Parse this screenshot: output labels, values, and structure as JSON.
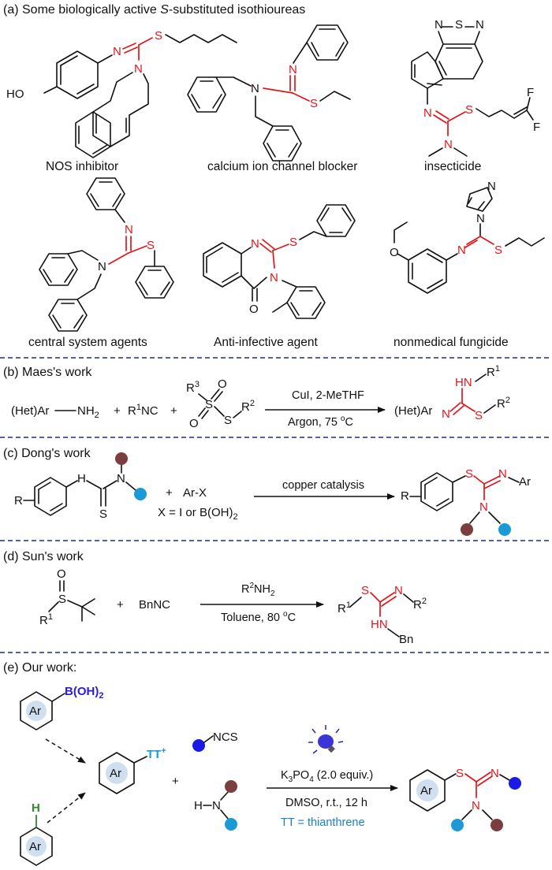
{
  "colors": {
    "text": "#111111",
    "highlight": "#e0161b",
    "boron": "#2b1cd6",
    "separator": "#1f2c86",
    "dot_brown": "#7b3d3d",
    "dot_cyan": "#1b9ad6",
    "dot_blue": "#1a1ae6",
    "hydrogen": "#2e8b2e",
    "tt_note": "#1b7fc4",
    "aryl_fill": "#cfdff0"
  },
  "section_a": {
    "title_pre": "(a) Some biologically active ",
    "title_s": "S",
    "title_post": "-substituted isothioureas",
    "captions": [
      "NOS inhibitor",
      "calcium ion channel blocker",
      "insecticide",
      "central system agents",
      "Anti-infective agent",
      "nonmedical fungicide"
    ],
    "atom_labels": {
      "HO": "HO",
      "N": "N",
      "S": "S",
      "F": "F",
      "O": "O"
    }
  },
  "section_b": {
    "title": "(b) Maes's  work",
    "reagent1": "(Het)Ar",
    "reagent1_nh": "NH",
    "sub2": "2",
    "plus": "+",
    "isonitrile_r": "R",
    "sup1": "1",
    "isonitrile_nc": "NC",
    "r3": "R",
    "sup3": "3",
    "r2": "R",
    "sup2": "2",
    "cond_top": "CuI, 2-MeTHF",
    "cond_bottom_pre": "Argon, 75 ",
    "cond_bottom_o": "o",
    "cond_bottom_post": "C",
    "product_ar": "(Het)Ar",
    "product_hn": "HN"
  },
  "section_c": {
    "title": "(c) Dong's work",
    "r": "R",
    "nh": "H",
    "arx": "Ar-X",
    "x_cond": "X = I or B(OH)",
    "x_sub": "2",
    "arrow_label": "copper catalysis",
    "product_ar": "Ar"
  },
  "section_d": {
    "title": "(d) Sun's work",
    "r1": "R",
    "sup1": "1",
    "reagent2": "BnNC",
    "cond_top_r": "R",
    "cond_top_sup": "2",
    "cond_top_nh": "NH",
    "cond_top_sub": "2",
    "cond_bottom_pre": "Toluene, 80 ",
    "cond_bottom_o": "o",
    "cond_bottom_post": "C",
    "product_hn": "HN",
    "product_bn": "Bn"
  },
  "section_e": {
    "title": "(e) Our  work:",
    "ar": "Ar",
    "boronic": "B(OH)",
    "boronic_sub": "2",
    "h": "H",
    "tt": "TT",
    "tt_sup": "+",
    "ncs": "NCS",
    "hn": "H",
    "base_k": "K",
    "base_sub": "3",
    "base_rest": "PO",
    "base_sub2": "4",
    "base_equiv": " (2.0 equiv.)",
    "cond_bottom": "DMSO, r.t., 12 h",
    "tt_note": "TT = thianthrene"
  }
}
